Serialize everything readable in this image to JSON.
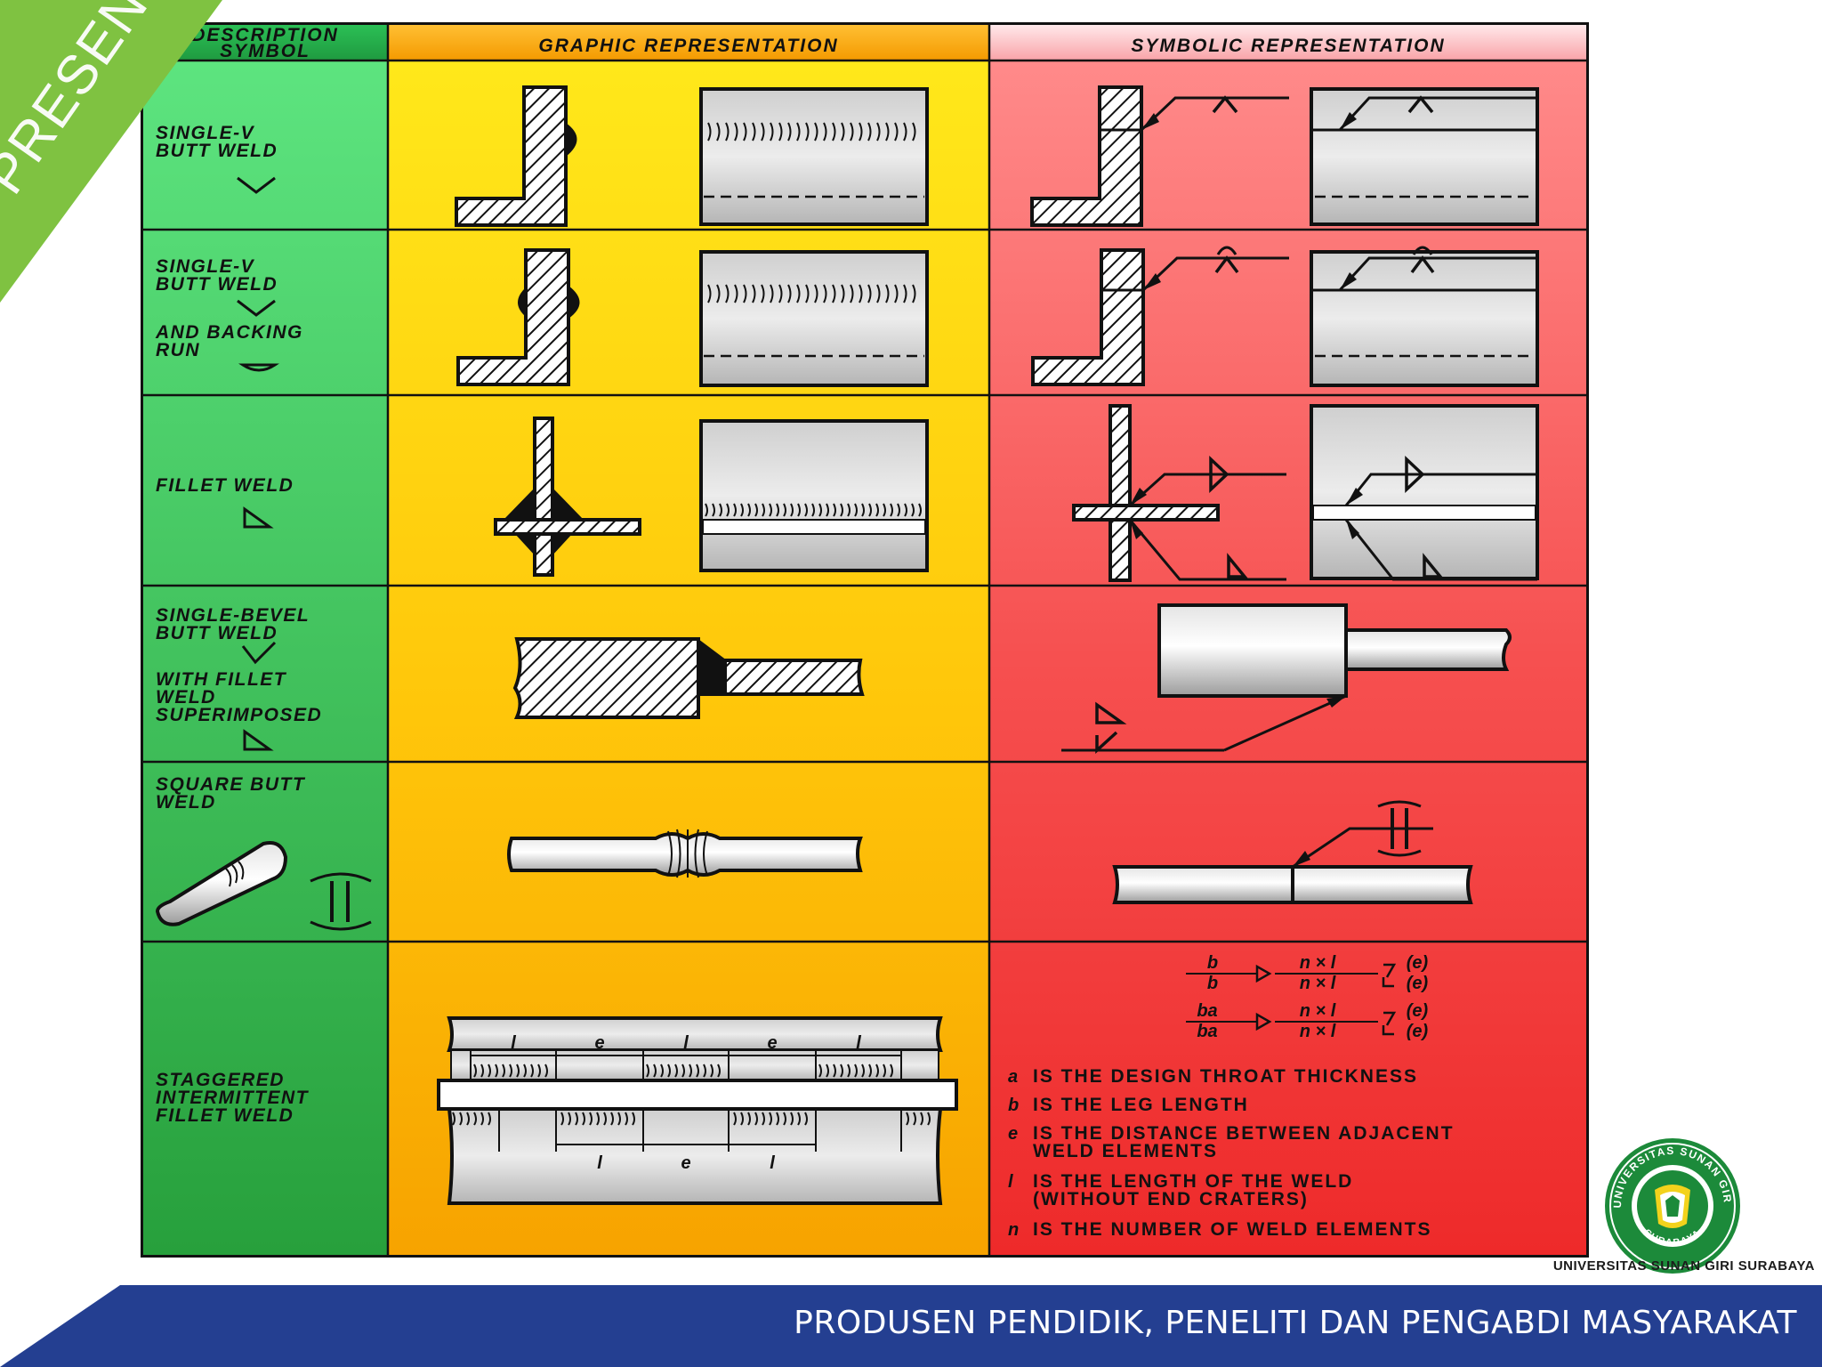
{
  "corner_label": "PRESENTASI",
  "table": {
    "headers": {
      "description": [
        "DESCRIPTION",
        "SYMBOL"
      ],
      "graphic": "GRAPHIC REPRESENTATION",
      "symbolic": "SYMBOLIC REPRESENTATION"
    },
    "rows": {
      "single_v": [
        "SINGLE-V",
        "BUTT WELD"
      ],
      "single_v_backing_1": [
        "SINGLE-V",
        "BUTT WELD"
      ],
      "single_v_backing_2": [
        "AND BACKING",
        "RUN"
      ],
      "fillet": [
        "FILLET WELD"
      ],
      "bevel_1": [
        "SINGLE-BEVEL",
        "BUTT WELD"
      ],
      "bevel_2": [
        "WITH FILLET",
        "WELD",
        "SUPERIMPOSED"
      ],
      "square": [
        "SQUARE BUTT",
        "WELD"
      ],
      "staggered": [
        "STAGGERED",
        "INTERMITTENT",
        "FILLET WELD"
      ]
    },
    "dimension_labels": {
      "l": "l",
      "e": "e"
    },
    "symbol_formula": {
      "b": "b",
      "ba": "ba",
      "nxl": "n × l",
      "e": "(e)"
    },
    "legend": [
      {
        "key": "a",
        "text": "IS THE DESIGN THROAT THICKNESS"
      },
      {
        "key": "b",
        "text": "IS THE LEG LENGTH"
      },
      {
        "key": "e",
        "text": "IS THE DISTANCE BETWEEN ADJACENT",
        "text2": "WELD ELEMENTS"
      },
      {
        "key": "l",
        "text": "IS THE LENGTH OF THE WELD",
        "text2": "(WITHOUT END CRATERS)"
      },
      {
        "key": "n",
        "text": "IS THE NUMBER OF WELD ELEMENTS"
      }
    ]
  },
  "logo": {
    "ring_top": "UNIVERSITAS SUNAN GIRI",
    "ring_bottom": "SURABAYA"
  },
  "university_name": "UNIVERSITAS SUNAN GIRI SURABAYA",
  "footer_tagline": "PRODUSEN PENDIDIK, PENELITI DAN PENGABDI MASYARAKAT",
  "colors": {
    "green": "#2fae4a",
    "orange": "#f7b500",
    "red": "#f03c3c",
    "footer": "#243f91",
    "accent_green": "#7fc241"
  }
}
